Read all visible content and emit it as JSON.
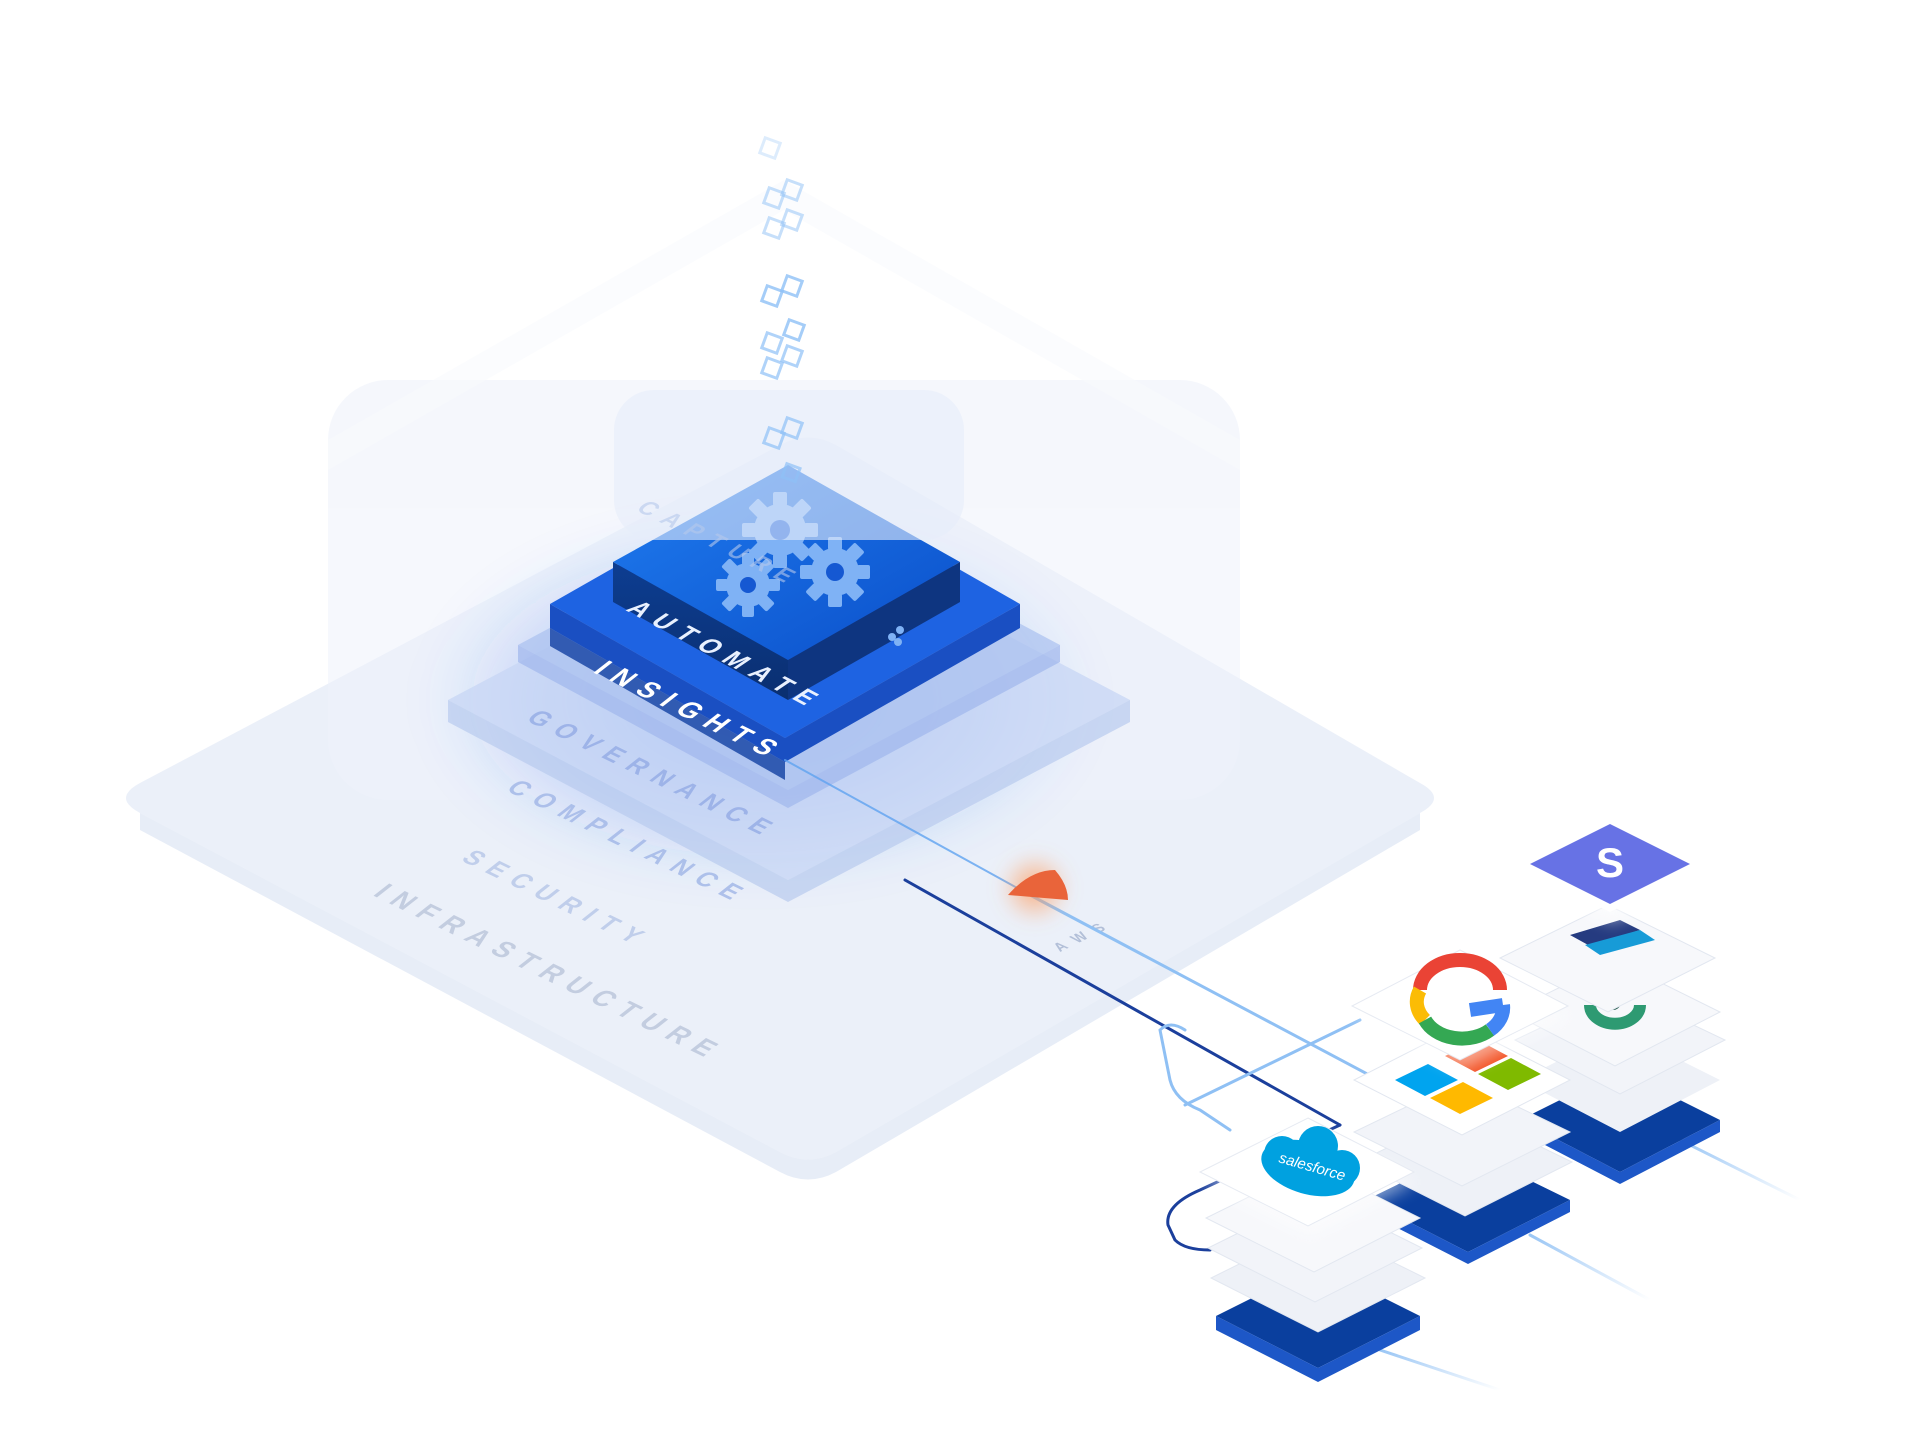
{
  "layers": {
    "infrastructure": "INFRASTRUCTURE",
    "security": "SECURITY",
    "compliance": "COMPLIANCE",
    "governance": "GOVERNANCE",
    "insights": "INSIGHTS",
    "automate": "AUTOMATE",
    "capture": "CAPTURE",
    "aws": "AWS"
  },
  "integrations": {
    "salesforce": "salesforce",
    "stripe": "S"
  },
  "colors": {
    "primary_blue": "#1565e0",
    "dark_blue": "#0a3f9e",
    "light_layer": "#e6ecf7",
    "connector_orange": "#e9643a",
    "line_light": "#8fc0f4",
    "line_dark": "#1b3f9c",
    "stripe_purple": "#6772e5",
    "paypal_navy": "#253b80",
    "paypal_blue": "#179bd7",
    "ms_red": "#f25022",
    "ms_green": "#7fba00",
    "ms_blue": "#00a4ef",
    "ms_yellow": "#ffb900",
    "google_blue": "#4285f4",
    "google_red": "#ea4335",
    "google_yellow": "#fbbc05",
    "google_green": "#34a853",
    "salesforce_blue": "#00a1e0",
    "green_logo": "#2e9a72"
  },
  "icons": {
    "gears": "gears-icon",
    "data_cubes": "data-cubes-icon",
    "stripe": "stripe-logo",
    "paypal": "paypal-logo",
    "google": "google-logo",
    "microsoft": "microsoft-logo",
    "salesforce": "salesforce-logo"
  }
}
